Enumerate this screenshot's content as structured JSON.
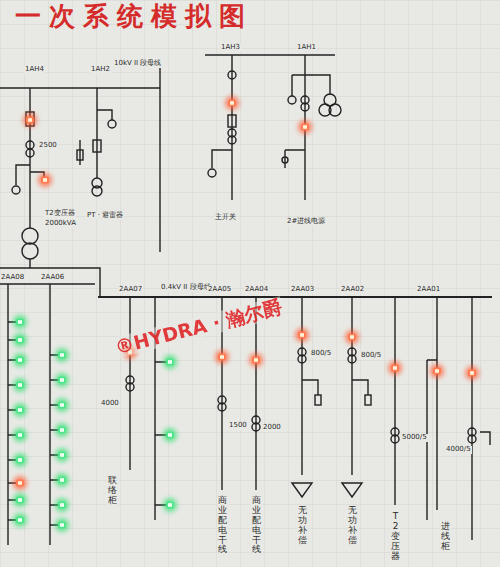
{
  "diagram": {
    "title": "一次系统模拟图",
    "labels": [
      "1AH4",
      "1AH2",
      "10kV II 段母线",
      "1AH3",
      "1AH1",
      "T2变压器",
      "2000kVA",
      "PT · 避雷器",
      "主开关",
      "2#进线电源",
      "0.4kV II 段母线",
      "2AA08",
      "2AA06",
      "2AA07",
      "2AA05",
      "2AA04",
      "2AA03",
      "2AA02",
      "2AA01",
      "联络柜",
      "商业配电干线",
      "商业配电干线",
      "无功补偿",
      "无功补偿",
      "T2变压器",
      "进线柜",
      "2500",
      "800/5",
      "800/5",
      "1500",
      "2000",
      "5000/5",
      "4000/5",
      "4000",
      "®HYDRA · 瀚尔爵"
    ]
  }
}
